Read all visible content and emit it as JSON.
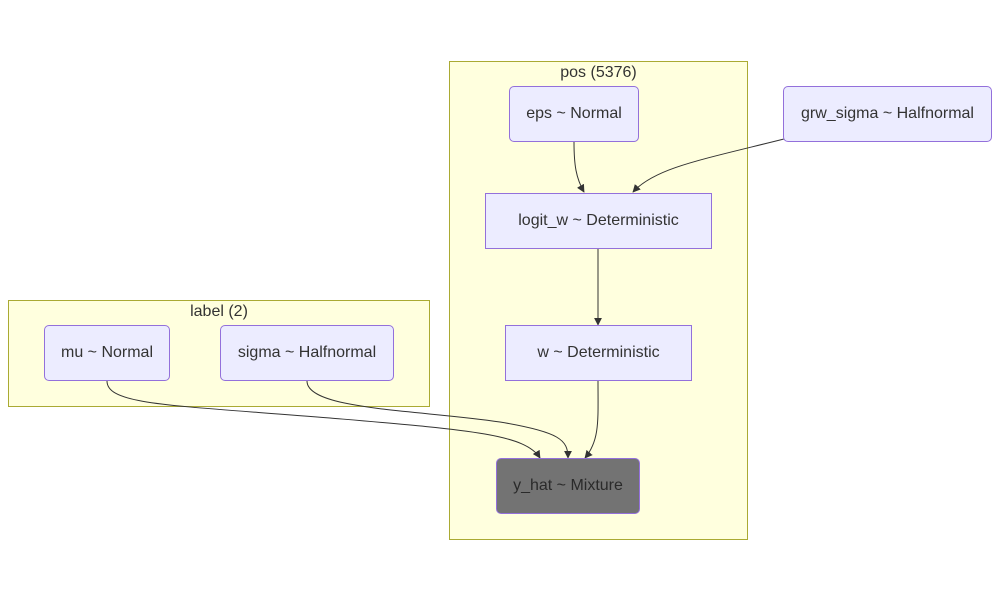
{
  "clusters": {
    "pos": {
      "label": "pos (5376)"
    },
    "label": {
      "label": "label (2)"
    }
  },
  "nodes": {
    "eps": {
      "label": "eps ~ Normal"
    },
    "grw_sigma": {
      "label": "grw_sigma ~ Halfnormal"
    },
    "logit_w": {
      "label": "logit_w ~ Deterministic"
    },
    "w": {
      "label": "w ~ Deterministic"
    },
    "mu": {
      "label": "mu ~ Normal"
    },
    "sigma": {
      "label": "sigma ~ Halfnormal"
    },
    "y_hat": {
      "label": "y_hat ~ Mixture"
    }
  },
  "edges": [
    {
      "from": "eps",
      "to": "logit_w"
    },
    {
      "from": "grw_sigma",
      "to": "logit_w"
    },
    {
      "from": "logit_w",
      "to": "w"
    },
    {
      "from": "w",
      "to": "y_hat"
    },
    {
      "from": "mu",
      "to": "y_hat"
    },
    {
      "from": "sigma",
      "to": "y_hat"
    }
  ],
  "colors": {
    "cluster_fill": "#ffffde",
    "cluster_border": "#aaaa33",
    "node_fill": "#ececff",
    "node_border": "#9370db",
    "observed_fill": "#737373",
    "edge": "#333333"
  }
}
